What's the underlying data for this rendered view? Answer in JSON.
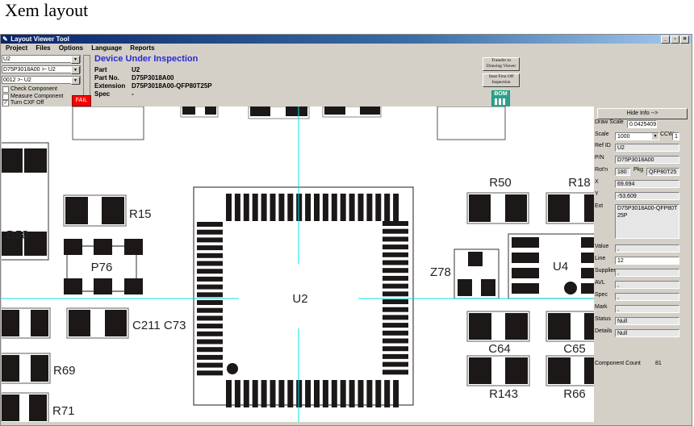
{
  "page_heading": "Xem layout",
  "window": {
    "title": "Layout Viewer Tool",
    "controls": {
      "minimize": "_",
      "restore": "▫",
      "close": "×"
    }
  },
  "menu": [
    "Project",
    "Files",
    "Options",
    "Language",
    "Reports"
  ],
  "selectors": {
    "ref_combo": "U2",
    "part_combo": "D75P3018A00 >- U2",
    "line_combo": "0012 >- U2"
  },
  "checkboxes": [
    {
      "label": "Check Component",
      "checked": false
    },
    {
      "label": "Measure Component",
      "checked": false
    },
    {
      "label": "Turn CXF Off",
      "checked": true
    }
  ],
  "fail_badge": {
    "label": "FAIL",
    "color": "#ff0000"
  },
  "device": {
    "heading": "Device Under Inspection",
    "rows": [
      {
        "key": "Part",
        "value": "U2"
      },
      {
        "key": "Part No.",
        "value": "D75P3018A00"
      },
      {
        "key": "Extension",
        "value": "D75P3018A00-QFP80T25P"
      },
      {
        "key": "Spec",
        "value": "-"
      }
    ]
  },
  "actions": {
    "transfer": "Transfer to Drawing Viewer",
    "first_off": "Start First Off Inspection",
    "bom": "BOM"
  },
  "info_panel": {
    "hide_button": "Hide Info -->",
    "draw_scale_label": "Draw Scale",
    "draw_scale": "0.0425409",
    "scale_label": "Scale",
    "scale": "1000",
    "ccw_label": "CCW",
    "ccw": "1",
    "ref_id_label": "Ref ID",
    "ref_id": "U2",
    "pn_label": "P/N",
    "pn": "D75P3018A00",
    "rotn_label": "Rot'n",
    "rotn": "180",
    "pkg_label": "Pkg",
    "pkg": "QFP80T25",
    "x_label": "X",
    "x": "69.694",
    "y_label": "Y",
    "y": "-53.609",
    "ext_label": "Ext",
    "ext": "D75P3018A00-QFP80T25P",
    "value_label": "Value",
    "value": ",",
    "line_label": "Line",
    "line": "12",
    "supplier_label": "Supplier",
    "supplier": ",",
    "avl_label": "AVL",
    "avl": ",",
    "spec_label": "Spec",
    "spec": ",",
    "mark_label": "Mark",
    "mark": ",",
    "status_label": "Status",
    "status": "Null",
    "details_label": "Details",
    "details": "Null",
    "count_label": "Component Count",
    "count": "81"
  },
  "layout": {
    "selected_component": "U2",
    "components": [
      "D58",
      "R15",
      "P76",
      "U2",
      "R50",
      "R18",
      "Z78",
      "U4",
      "C211 C73",
      "R69",
      "R71",
      "C64",
      "C65",
      "R143",
      "R66"
    ],
    "crosshair_color": "#00e5e5"
  }
}
